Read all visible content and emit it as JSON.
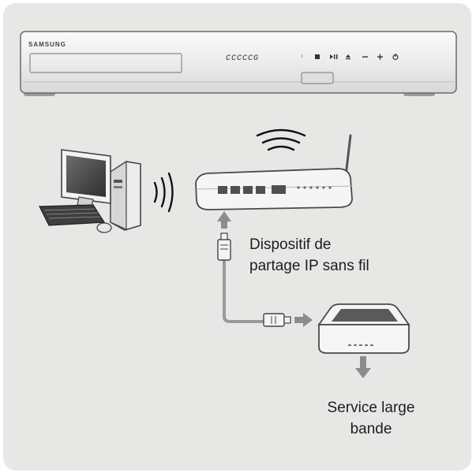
{
  "player": {
    "brand": "SAMSUNG",
    "display": "CCCCCG",
    "button_icons": [
      "power-icon",
      "stop-icon",
      "play-pause-icon",
      "eject-icon",
      "volume-down-icon",
      "volume-up-icon",
      "power-standby-icon"
    ]
  },
  "router": {
    "label_line1": "Dispositif de",
    "label_line2": "partage IP sans fil"
  },
  "modem": {
    "label_line1": "Service large",
    "label_line2": "bande"
  },
  "colors": {
    "background": "#e7e7e6",
    "device": "#f4f4f4",
    "outline": "#555555",
    "arrow": "#8c8c8c",
    "cable": "#9a9a9a"
  }
}
